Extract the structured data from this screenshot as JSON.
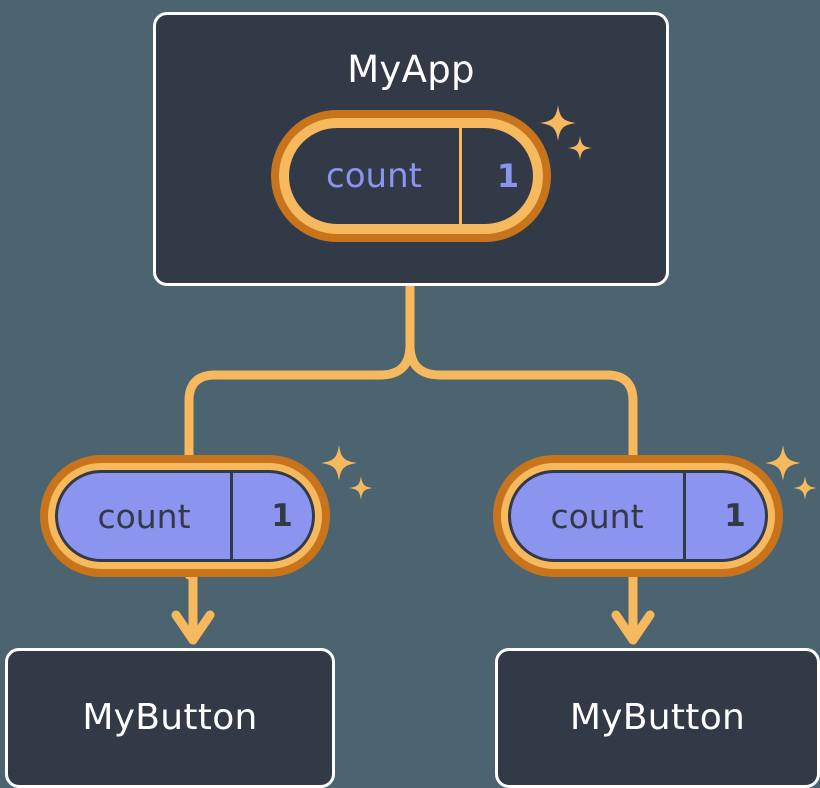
{
  "diagram": {
    "title_node": {
      "label": "MyApp",
      "state": {
        "key": "count",
        "value": "1"
      }
    },
    "leaf_nodes": [
      {
        "label": "MyButton",
        "state": {
          "key": "count",
          "value": "1"
        }
      },
      {
        "label": "MyButton",
        "state": {
          "key": "count",
          "value": "1"
        }
      }
    ],
    "icons": {
      "sparkle_large": "sparkle-icon",
      "sparkle_small": "sparkle-small-icon",
      "arrow": "arrow-down-icon",
      "branch": "branch-connector-icon"
    },
    "colors": {
      "background": "#4c6470",
      "node_fill": "#333a47",
      "node_border": "#ffffff",
      "ring_outer": "#c8741c",
      "ring_inner": "#f6b95e",
      "state_fill": "#8b94ef",
      "accent_text": "#8b94ef",
      "wire": "#f6b95e",
      "dark_text": "#333a47",
      "light_text": "#ffffff"
    }
  }
}
